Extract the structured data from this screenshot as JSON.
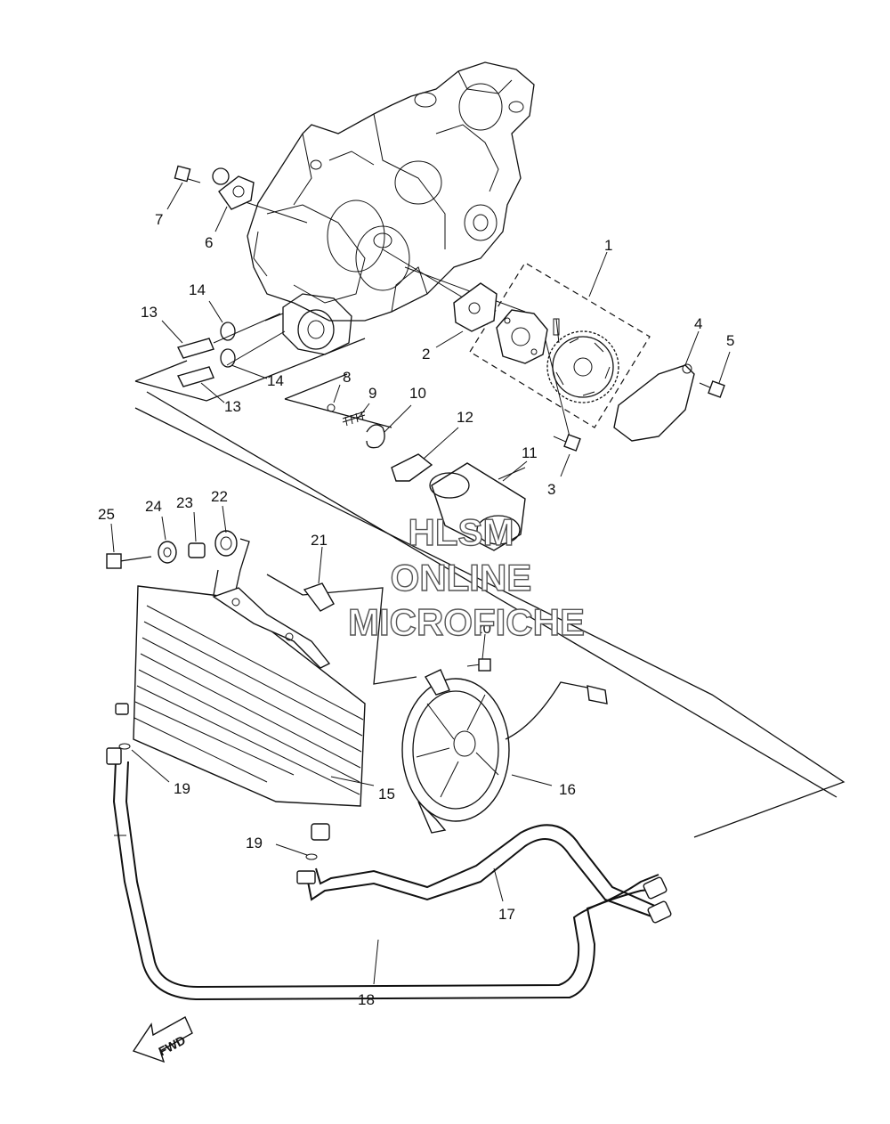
{
  "callouts": [
    "1",
    "2",
    "3",
    "4",
    "5",
    "6",
    "7",
    "8",
    "9",
    "10",
    "11",
    "12",
    "13",
    "13",
    "14",
    "14",
    "15",
    "16",
    "17",
    "18",
    "19",
    "19",
    "20",
    "21",
    "22",
    "23",
    "24",
    "25"
  ],
  "watermark": {
    "line1": "HLSM",
    "line2": "ONLINE",
    "line3": "MICROFICHE"
  },
  "fwd_label": "FWD"
}
